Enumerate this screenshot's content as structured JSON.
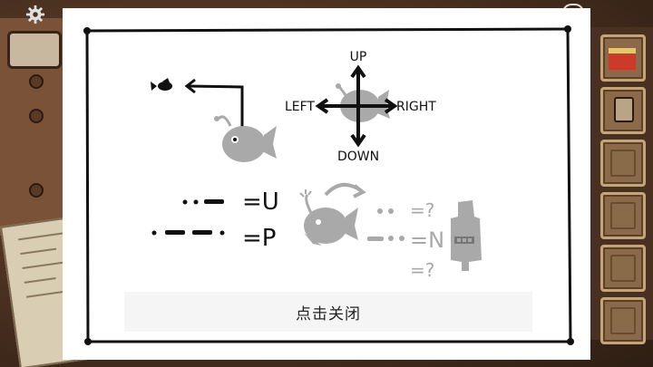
{
  "hint_card": {
    "compass": {
      "up": "UP",
      "down": "DOWN",
      "left": "LEFT",
      "right": "RIGHT"
    },
    "legend": {
      "code_u": "=U",
      "code_p": "=P",
      "unknown_1": "=?",
      "unknown_2": "=N",
      "unknown_3": "=?"
    },
    "close_label": "点击关闭"
  },
  "icons": {
    "settings": "gear-icon",
    "fish": "fish-icon",
    "anglerfish": "anglerfish-icon",
    "cross_arrows": "cross-arrows-icon",
    "totem": "totem-icon"
  },
  "colors": {
    "card_bg": "#ffffff",
    "ink": "#111111",
    "silhouette": "#a9a9a9",
    "close_bg": "#f5f5f5"
  }
}
